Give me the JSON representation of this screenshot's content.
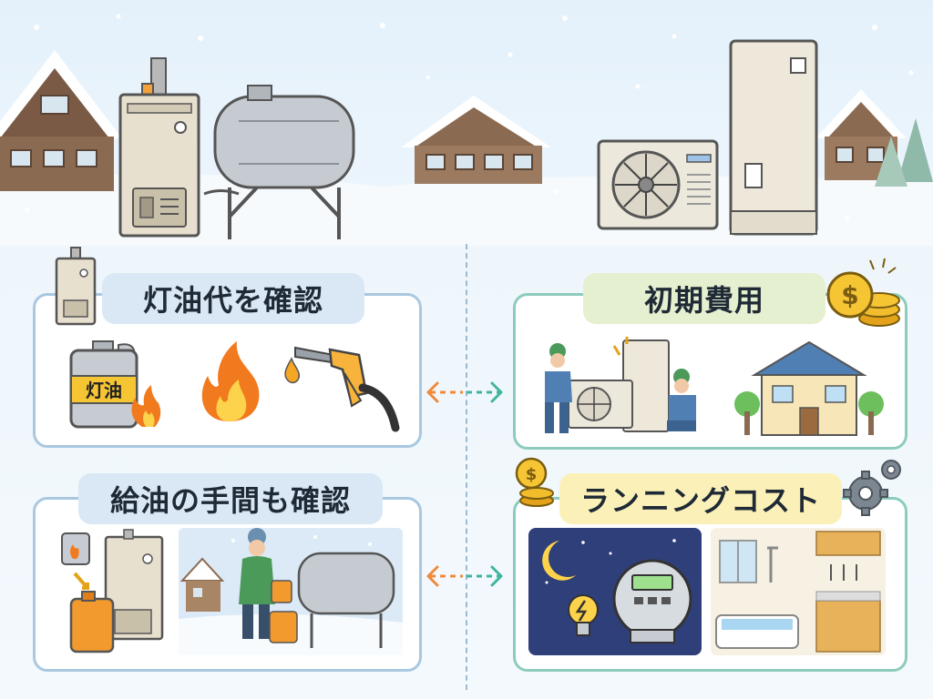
{
  "heading_left_top": "灯油代を確認",
  "heading_left_bottom": "給油の手間も確認",
  "heading_right_top": "初期費用",
  "heading_right_bottom": "ランニングコスト",
  "kerosene_label": "灯油",
  "coin_symbol": "$",
  "icons": {
    "oil_boiler": "oil-boiler-icon",
    "oil_tank": "oil-tank-icon",
    "heat_pump": "heat-pump-outdoor-unit-icon",
    "hot_water_tank": "hot-water-storage-tank-icon",
    "kerosene_can": "kerosene-can-icon",
    "flame": "flame-icon",
    "fuel_nozzle": "fuel-nozzle-icon",
    "coins": "coins-icon",
    "gear": "gear-icon",
    "moon": "moon-icon",
    "bulb": "light-bulb-icon",
    "meter": "electric-meter-icon",
    "house": "house-icon",
    "bath": "bathroom-icon"
  },
  "colors": {
    "left_border": "#a9c8e0",
    "right_border": "#8dccbd",
    "arrow_orange": "#f08a3a",
    "arrow_teal": "#3fb5a0"
  }
}
